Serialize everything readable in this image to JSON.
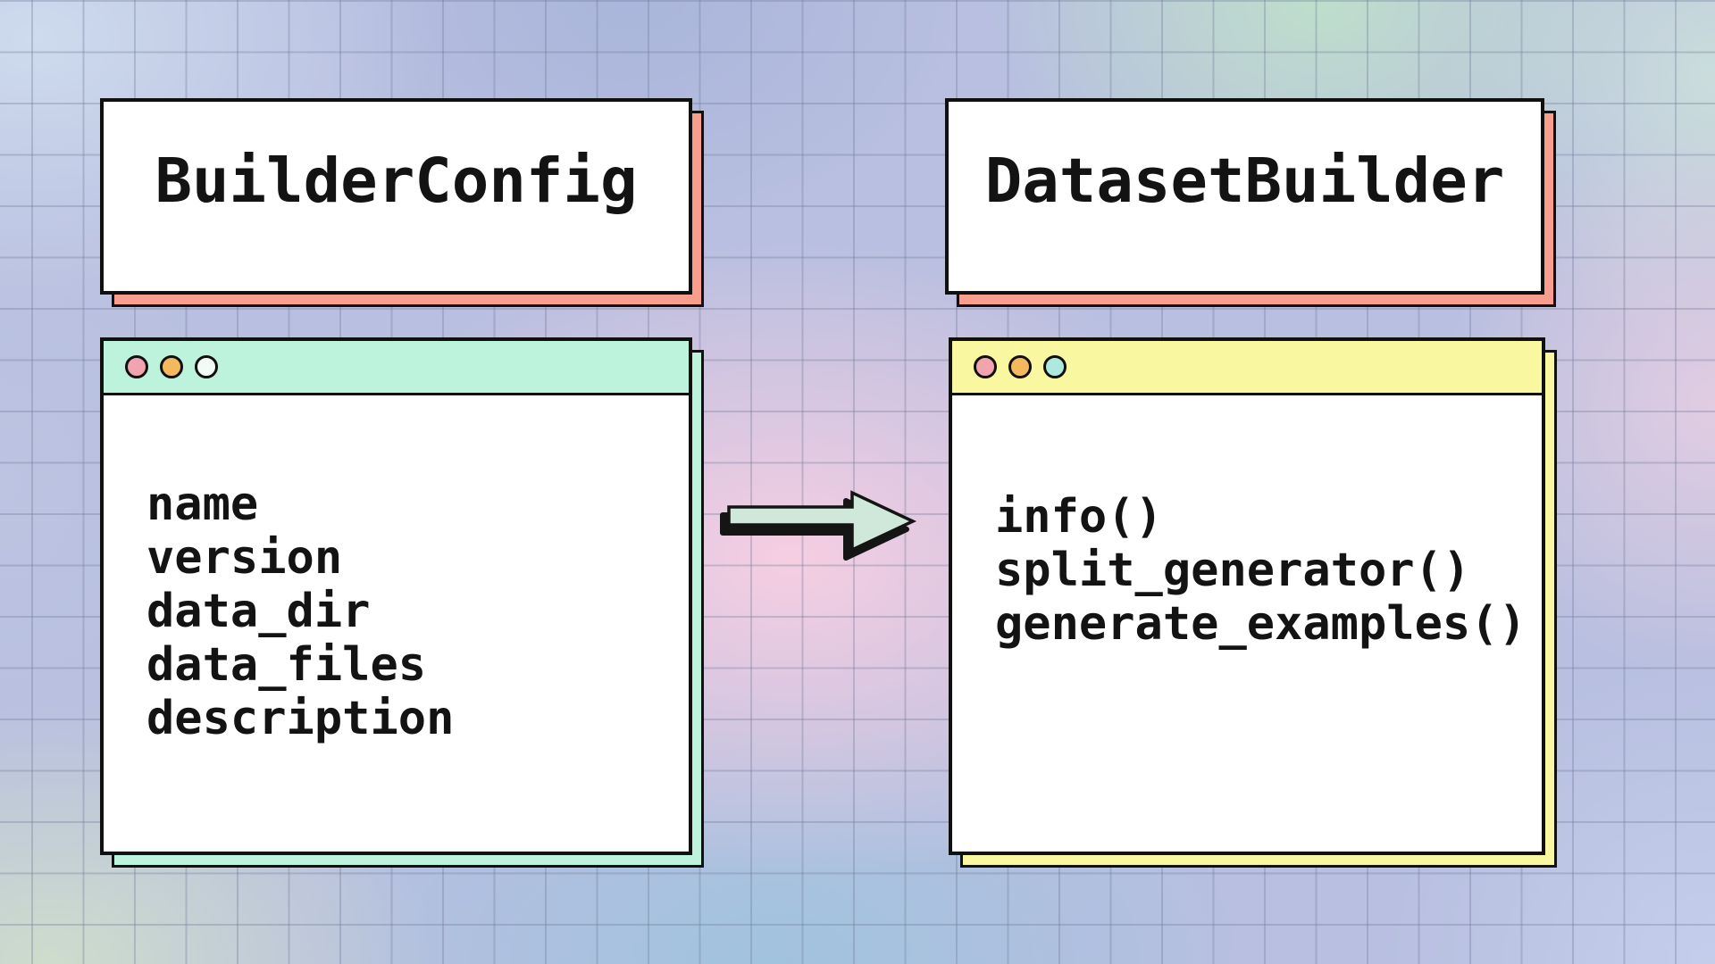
{
  "diagram": {
    "left_class": {
      "title": "BuilderConfig",
      "fields": [
        "name",
        "version",
        "data_dir",
        "data_files",
        "description"
      ],
      "titlebar_color": "#BDF2DD",
      "card_shadow_color": "#F99D8D",
      "window_shadow_color": "#BDF2DD",
      "traffic_lights": [
        {
          "name": "close",
          "color": "#F2A4AE"
        },
        {
          "name": "minimize",
          "color": "#F4B95F"
        },
        {
          "name": "zoom",
          "color": "#F2FBF5"
        }
      ]
    },
    "right_class": {
      "title": "DatasetBuilder",
      "methods": [
        "info()",
        "split_generator()",
        "generate_examples()"
      ],
      "titlebar_color": "#FAF7A1",
      "card_shadow_color": "#F99D8D",
      "window_shadow_color": "#FAF7A1",
      "traffic_lights": [
        {
          "name": "close",
          "color": "#F2A4AE"
        },
        {
          "name": "minimize",
          "color": "#F4B95F"
        },
        {
          "name": "zoom",
          "color": "#AEE9DF"
        }
      ]
    },
    "arrow": {
      "direction": "left-to-right",
      "fill_color": "#CFE8DA",
      "shadow_color": "#151515"
    },
    "background": {
      "grid_color": "rgba(108,118,148,0.32)",
      "palette": [
        "#cfdcee",
        "#a8b4da",
        "#bfe2c9",
        "#f9cfe2",
        "#cfdecb",
        "#9fc3de",
        "#c5cfec"
      ]
    }
  }
}
